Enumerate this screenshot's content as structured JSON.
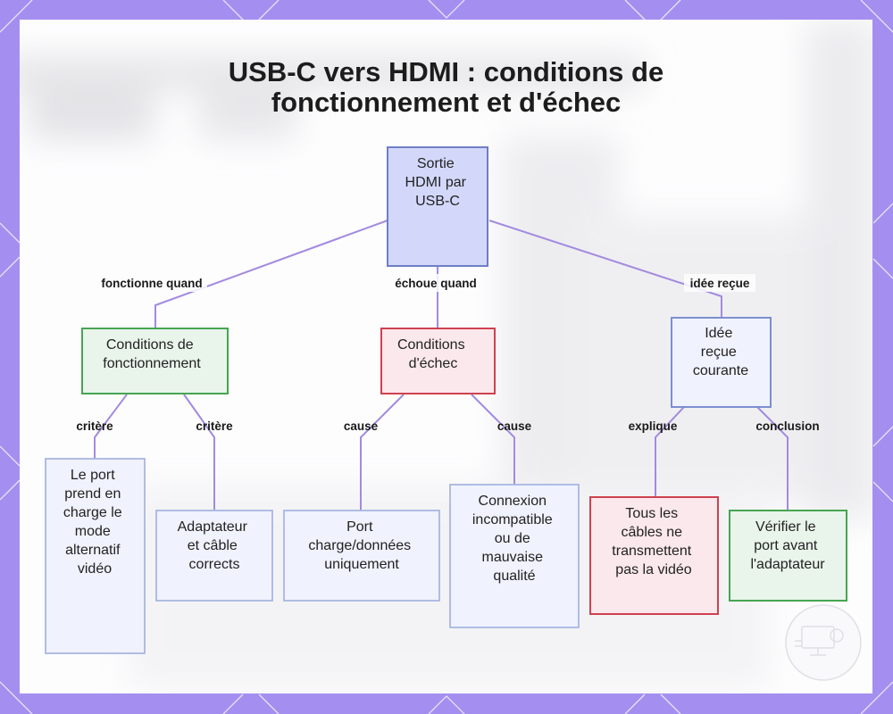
{
  "title": {
    "line1": "USB-C vers HDMI : conditions de",
    "line2": "fonctionnement et d'échec"
  },
  "colors": {
    "frame": "#a48ff0",
    "edge": "#a38ae0",
    "root_fill": "#d3d8fb",
    "root_stroke": "#6f7ec4",
    "green_fill": "#e9f4ea",
    "green_stroke": "#46a552",
    "red_fill": "#fbe8ec",
    "red_stroke": "#cf4150",
    "blue_fill": "#f0f2fd",
    "blue_stroke": "#a9b6e2",
    "bluemid_stroke": "#7c8fcf"
  },
  "nodes": {
    "root": [
      "Sortie",
      "HDMI par",
      "USB-C"
    ],
    "works": [
      "Conditions de",
      "fonctionnement"
    ],
    "fails": [
      "Conditions",
      "d'échec"
    ],
    "myth": [
      "Idée",
      "reçue",
      "courante"
    ],
    "port_alt": [
      "Le port",
      "prend en",
      "charge le",
      "mode",
      "alternatif",
      "vidéo"
    ],
    "adapter": [
      "Adaptateur",
      "et câble",
      "corrects"
    ],
    "port_data": [
      "Port",
      "charge/données",
      "uniquement"
    ],
    "connection": [
      "Connexion",
      "incompatible",
      "ou de",
      "mauvaise",
      "qualité"
    ],
    "all_cables": [
      "Tous les",
      "câbles ne",
      "transmettent",
      "pas la vidéo"
    ],
    "verify": [
      "Vérifier le",
      "port avant",
      "l'adaptateur"
    ]
  },
  "edges": {
    "works_when": "fonctionne quand",
    "fails_when": "échoue quand",
    "myth": "idée reçue",
    "criterion_1": "critère",
    "criterion_2": "critère",
    "cause_1": "cause",
    "cause_2": "cause",
    "explains": "explique",
    "conclusion": "conclusion"
  },
  "watermark": {
    "icon": "monitor-cable-icon"
  }
}
